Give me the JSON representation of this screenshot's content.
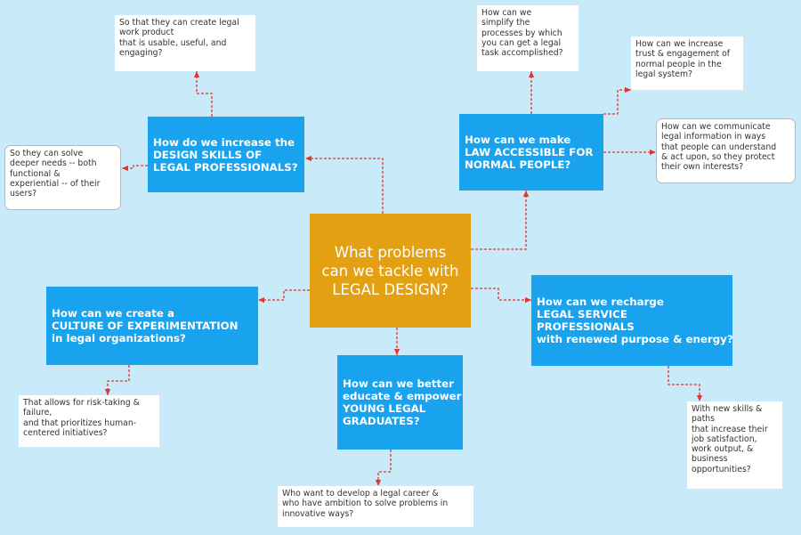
{
  "center": {
    "lines": [
      "What problems",
      "can we tackle with",
      "LEGAL DESIGN?"
    ]
  },
  "questions": {
    "design_skills": [
      "How do we increase the",
      "DESIGN SKILLS OF",
      "LEGAL PROFESSIONALS?"
    ],
    "law_accessible": [
      "How can we make",
      "LAW ACCESSIBLE FOR",
      "NORMAL PEOPLE?"
    ],
    "culture": [
      "How can we create a",
      "CULTURE OF EXPERIMENTATION",
      "in legal organizations?"
    ],
    "young_graduates": [
      "How can we better",
      "educate & empower",
      "YOUNG LEGAL",
      "GRADUATES?"
    ],
    "recharge": [
      "How can we recharge",
      "LEGAL SERVICE",
      "PROFESSIONALS",
      "with renewed purpose & energy?"
    ]
  },
  "notes": {
    "work_product": [
      "So that they can create legal",
      "work product",
      "that is usable, useful, and",
      "engaging?"
    ],
    "deeper_needs": [
      "So they can solve",
      "deeper needs -- both",
      "functional &",
      "experiential -- of their",
      "users?"
    ],
    "simplify": [
      "How can we",
      "simplify the",
      "processes by which",
      "you can get a legal",
      "task accomplished?"
    ],
    "trust": [
      "How can we increase",
      "trust & engagement of",
      "normal people in the",
      "legal system?"
    ],
    "communicate": [
      "How can we communicate",
      "legal information in ways",
      "that people can understand",
      "& act upon, so they protect",
      "their own interests?"
    ],
    "risk_taking": [
      "That allows for risk-taking &",
      "failure,",
      "and that prioritizes human-",
      "centered initiatives?"
    ],
    "career": [
      "Who want to develop a legal career &",
      "who have ambition to solve problems in",
      "innovative ways?"
    ],
    "new_skills": [
      "With new skills &",
      "paths",
      "that increase their",
      "job satisfaction,",
      "work output, &",
      "business",
      "opportunities?"
    ]
  },
  "colors": {
    "background": "#c8eaf9",
    "center_box": "#e2a012",
    "question_box": "#19a3ee",
    "connector": "#e0342e"
  }
}
